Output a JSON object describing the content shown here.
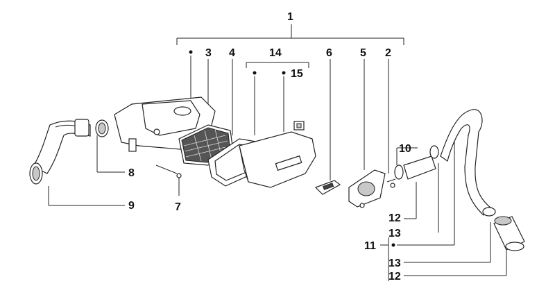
{
  "callouts": {
    "c1": "1",
    "c2": "2",
    "c3": "3",
    "c4": "4",
    "c5": "5",
    "c6": "6",
    "c7": "7",
    "c8": "8",
    "c9": "9",
    "c10": "10",
    "c11": "11",
    "c12a": "12",
    "c12b": "12",
    "c13a": "13",
    "c13b": "13",
    "c14": "14",
    "c15": "15"
  }
}
